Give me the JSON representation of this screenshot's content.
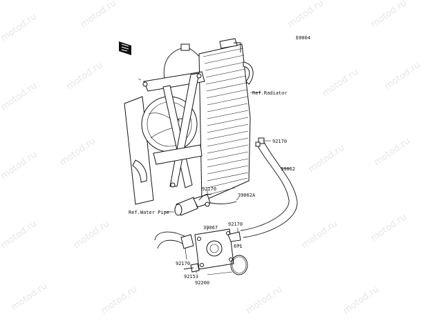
{
  "diagram": {
    "code": "E0004",
    "watermark": "motod.ru",
    "labels": [
      {
        "id": "ref-radiator",
        "text": "Ref.Radiator"
      },
      {
        "id": "92170-a",
        "text": "92170"
      },
      {
        "id": "39062",
        "text": "39062"
      },
      {
        "id": "92170-b",
        "text": "92170"
      },
      {
        "id": "39062a",
        "text": "39062A"
      },
      {
        "id": "ref-water-pipe",
        "text": "Ref.Water Pipe"
      },
      {
        "id": "39067",
        "text": "39067"
      },
      {
        "id": "92170-c",
        "text": "92170"
      },
      {
        "id": "671",
        "text": "671"
      },
      {
        "id": "92170-d",
        "text": "92170"
      },
      {
        "id": "92153",
        "text": "92153"
      },
      {
        "id": "92200",
        "text": "92200"
      }
    ]
  }
}
